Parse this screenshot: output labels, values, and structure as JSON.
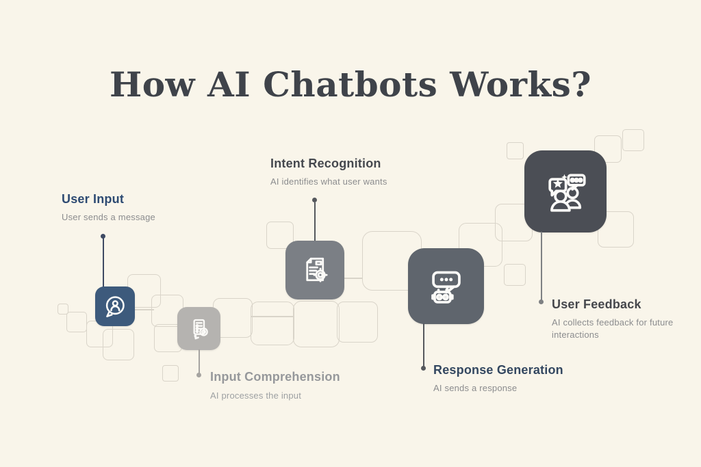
{
  "title": "How AI Chatbots Works?",
  "steps": [
    {
      "label": "User Input",
      "description": "User sends a message",
      "icon": "person-chat-icon",
      "label_color": "#2d4a72",
      "tile_color": "#3d5a7c"
    },
    {
      "label": "Input Comprehension",
      "description": "AI processes the input",
      "icon": "document-scan-icon",
      "label_color": "#96989b",
      "tile_color": "#b5b3b0"
    },
    {
      "label": "Intent Recognition",
      "description": "AI identifies what user wants",
      "icon": "document-magnifier-icon",
      "label_color": "#45484e",
      "tile_color": "#7b7f85"
    },
    {
      "label": "Response Generation",
      "description": "AI sends a response",
      "icon": "chat-robot-icon",
      "label_color": "#334760",
      "tile_color": "#5f656d"
    },
    {
      "label": "User Feedback",
      "description": "AI collects feedback for future interactions",
      "icon": "feedback-people-icon",
      "label_color": "#45474c",
      "tile_color": "#4b4e55"
    }
  ],
  "colors": {
    "background": "#f9f5ea",
    "title_text": "#3f434a",
    "muted_text": "#8b8c8e",
    "decor_outline": "#d9d4c9",
    "icon_stroke": "#fcfbf8"
  },
  "decor": {
    "squares": [
      [
        84,
        444,
        14
      ],
      [
        97,
        456,
        28
      ],
      [
        126,
        469,
        37
      ],
      [
        150,
        481,
        44
      ],
      [
        186,
        401,
        47
      ],
      [
        221,
        431,
        45
      ],
      [
        225,
        474,
        39
      ],
      [
        237,
        534,
        22
      ],
      [
        311,
        436,
        56
      ],
      [
        366,
        441,
        62
      ],
      [
        389,
        324,
        38
      ],
      [
        428,
        440,
        66
      ],
      [
        492,
        441,
        58
      ],
      [
        529,
        338,
        85
      ],
      [
        670,
        326,
        62
      ],
      [
        723,
        298,
        53
      ],
      [
        736,
        386,
        30
      ],
      [
        740,
        208,
        23
      ],
      [
        868,
        198,
        38
      ],
      [
        909,
        189,
        30
      ],
      [
        873,
        309,
        51
      ]
    ],
    "connectors": [
      [
        197,
        452,
        28
      ],
      [
        367,
        462,
        61
      ],
      [
        503,
        406,
        27
      ]
    ]
  }
}
